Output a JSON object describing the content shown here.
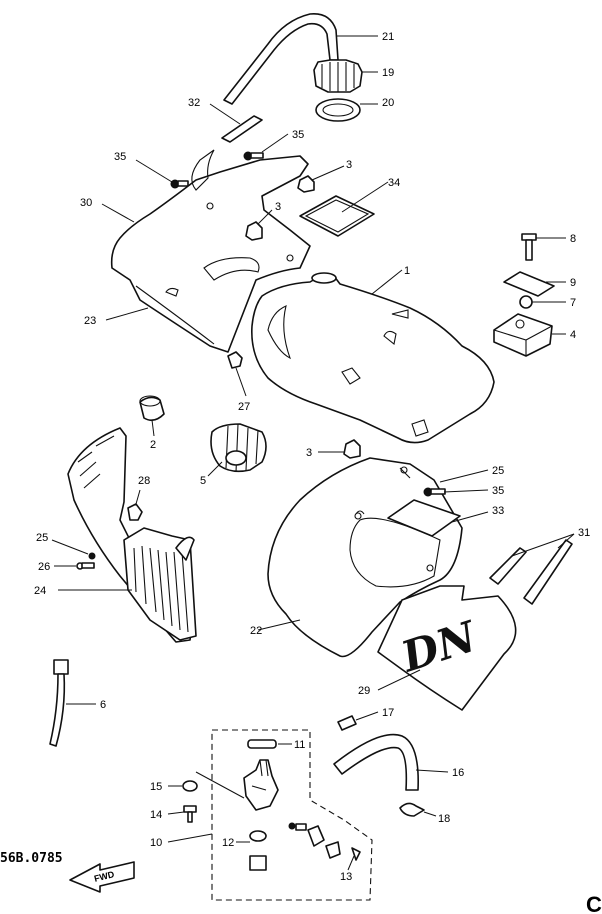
{
  "callouts": {
    "n1": "1",
    "n2": "2",
    "n3a": "3",
    "n3b": "3",
    "n3c": "3",
    "n4": "4",
    "n5": "5",
    "n6": "6",
    "n7": "7",
    "n8": "8",
    "n9": "9",
    "n10": "10",
    "n11": "11",
    "n12": "12",
    "n13": "13",
    "n14": "14",
    "n15": "15",
    "n16": "16",
    "n17": "17",
    "n18": "18",
    "n19": "19",
    "n20": "20",
    "n21": "21",
    "n22": "22",
    "n23": "23",
    "n24": "24",
    "n25a": "25",
    "n25b": "25",
    "n26": "26",
    "n27": "27",
    "n28": "28",
    "n29": "29",
    "n30": "30",
    "n31": "31",
    "n32": "32",
    "n33": "33",
    "n34": "34",
    "n35a": "35",
    "n35b": "35",
    "n35c": "35"
  },
  "footer": {
    "code": "56B.0785",
    "fwd_label": "FWD",
    "corner_letter": "C"
  },
  "decal_letters": "DN"
}
